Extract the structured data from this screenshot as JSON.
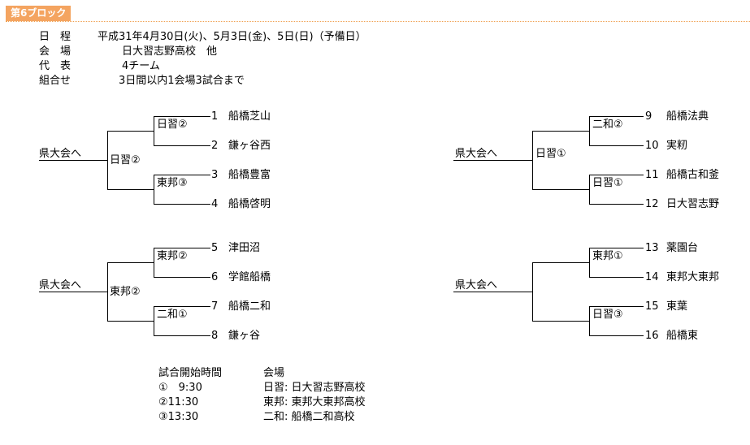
{
  "block_title": "第6ブロック",
  "info": [
    {
      "key": "日　程",
      "value": "平成31年4月30日(火)、5月3日(金)、5日(日)（予備日）"
    },
    {
      "key": "会　場",
      "value": "日大習志野高校　他"
    },
    {
      "key": "代　表",
      "value": "4チーム"
    },
    {
      "key": "組合せ",
      "value": "3日間以内1会場3試合まで"
    }
  ],
  "brackets": [
    {
      "result_label": "県大会へ",
      "final_label": "日習②",
      "semis": [
        {
          "label": "日習②",
          "teams": [
            {
              "no": "1",
              "name": "船橋芝山"
            },
            {
              "no": "2",
              "name": "鎌ヶ谷西"
            }
          ]
        },
        {
          "label": "東邦③",
          "teams": [
            {
              "no": "3",
              "name": "船橋豊富"
            },
            {
              "no": "4",
              "name": "船橋啓明"
            }
          ]
        }
      ]
    },
    {
      "result_label": "県大会へ",
      "final_label": "日習①",
      "semis": [
        {
          "label": "二和②",
          "teams": [
            {
              "no": "9",
              "name": "船橋法典"
            },
            {
              "no": "10",
              "name": "実籾"
            }
          ]
        },
        {
          "label": "日習①",
          "teams": [
            {
              "no": "11",
              "name": "船橋古和釜"
            },
            {
              "no": "12",
              "name": "日大習志野"
            }
          ]
        }
      ]
    },
    {
      "result_label": "県大会へ",
      "final_label": "東邦②",
      "semis": [
        {
          "label": "東邦②",
          "teams": [
            {
              "no": "5",
              "name": "津田沼"
            },
            {
              "no": "6",
              "name": "学館船橋"
            }
          ]
        },
        {
          "label": "二和①",
          "teams": [
            {
              "no": "7",
              "name": "船橋二和"
            },
            {
              "no": "8",
              "name": "鎌ヶ谷"
            }
          ]
        }
      ]
    },
    {
      "result_label": "県大会へ",
      "final_label": "",
      "semis": [
        {
          "label": "東邦①",
          "teams": [
            {
              "no": "13",
              "name": "薬園台"
            },
            {
              "no": "14",
              "name": "東邦大東邦"
            }
          ]
        },
        {
          "label": "日習③",
          "teams": [
            {
              "no": "15",
              "name": "東葉"
            },
            {
              "no": "16",
              "name": "船橋東"
            }
          ]
        }
      ]
    }
  ],
  "schedule": {
    "times_header": "試合開始時間",
    "times": [
      "①　9:30",
      "②11:30",
      "③13:30"
    ],
    "venues_header": "会場",
    "venues": [
      "日習: 日大習志野高校",
      "東邦: 東邦大東邦高校",
      "二和: 船橋二和高校"
    ]
  }
}
